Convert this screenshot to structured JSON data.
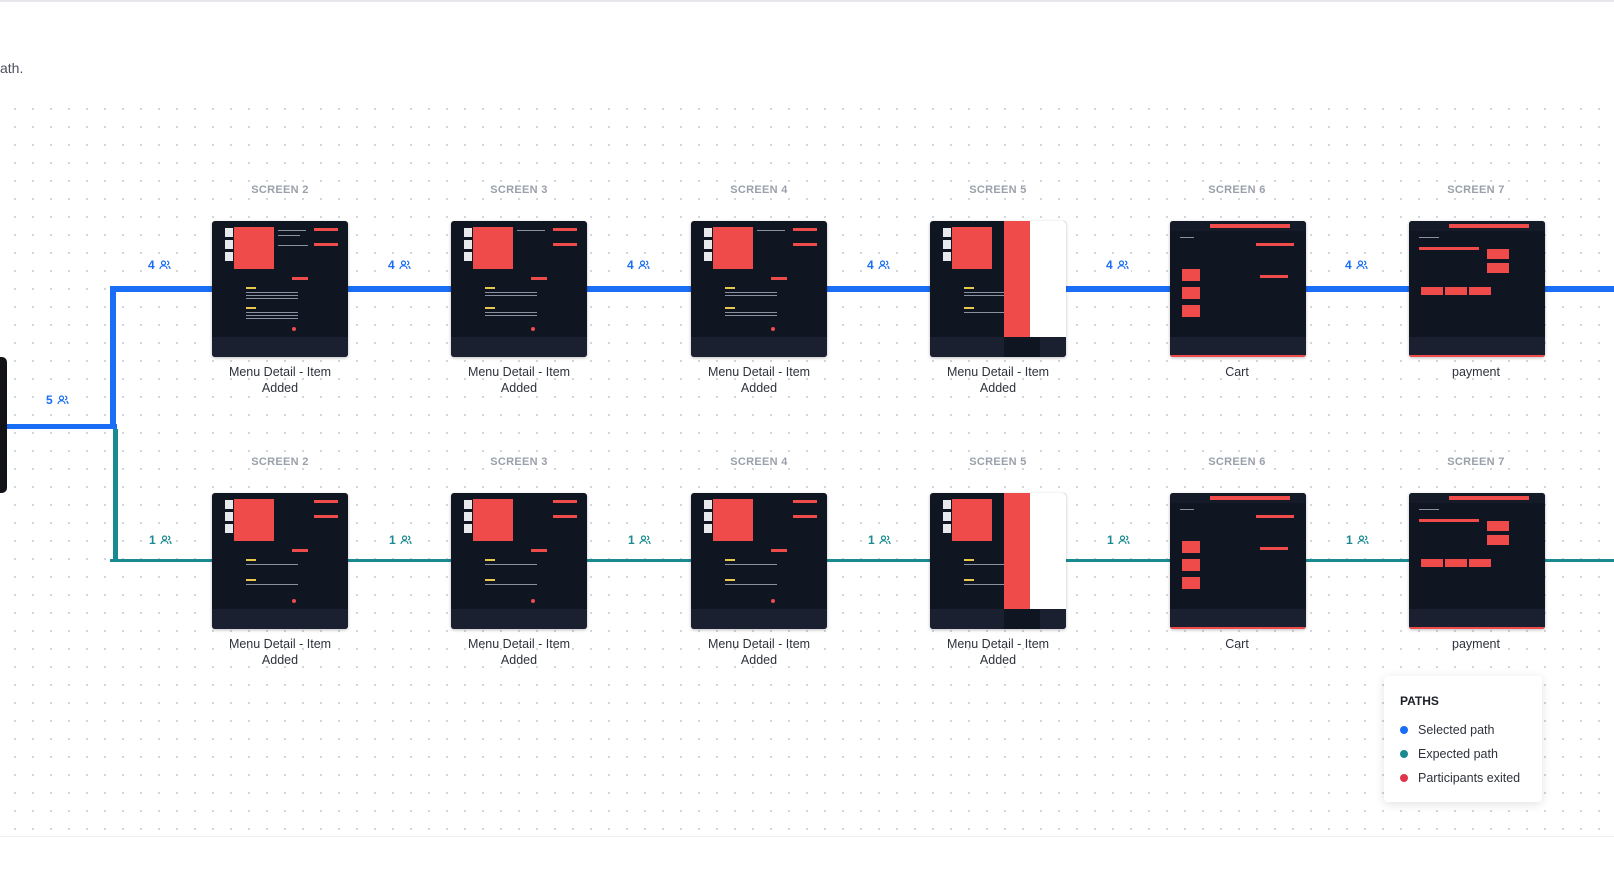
{
  "header": {
    "text": "ath."
  },
  "start_count": "5",
  "columns": [
    {
      "label": "SCREEN 2",
      "name_line1": "Menu Detail - Item",
      "name_line2": "Added",
      "kind": "menu"
    },
    {
      "label": "SCREEN 3",
      "name_line1": "Menu Detail - Item",
      "name_line2": "Added",
      "kind": "menu"
    },
    {
      "label": "SCREEN 4",
      "name_line1": "Menu Detail - Item",
      "name_line2": "Added",
      "kind": "menu"
    },
    {
      "label": "SCREEN 5",
      "name_line1": "Menu Detail - Item",
      "name_line2": "Added",
      "kind": "menu5"
    },
    {
      "label": "SCREEN 6",
      "name_line1": "Cart",
      "name_line2": "",
      "kind": "cart"
    },
    {
      "label": "SCREEN 7",
      "name_line1": "payment",
      "name_line2": "",
      "kind": "payment"
    }
  ],
  "rows": [
    {
      "path": "selected",
      "counts": [
        "4",
        "4",
        "4",
        "4",
        "4",
        "4"
      ]
    },
    {
      "path": "expected",
      "counts": [
        "1",
        "1",
        "1",
        "1",
        "1",
        "1"
      ]
    }
  ],
  "legend": {
    "title": "PATHS",
    "items": [
      {
        "label": "Selected path",
        "color": "#1a6ef5"
      },
      {
        "label": "Expected path",
        "color": "#1a8a92"
      },
      {
        "label": "Participants exited",
        "color": "#e0364c"
      }
    ]
  },
  "colors": {
    "selected": "#1a6ef5",
    "expected": "#1a8a92",
    "exited": "#e0364c"
  }
}
